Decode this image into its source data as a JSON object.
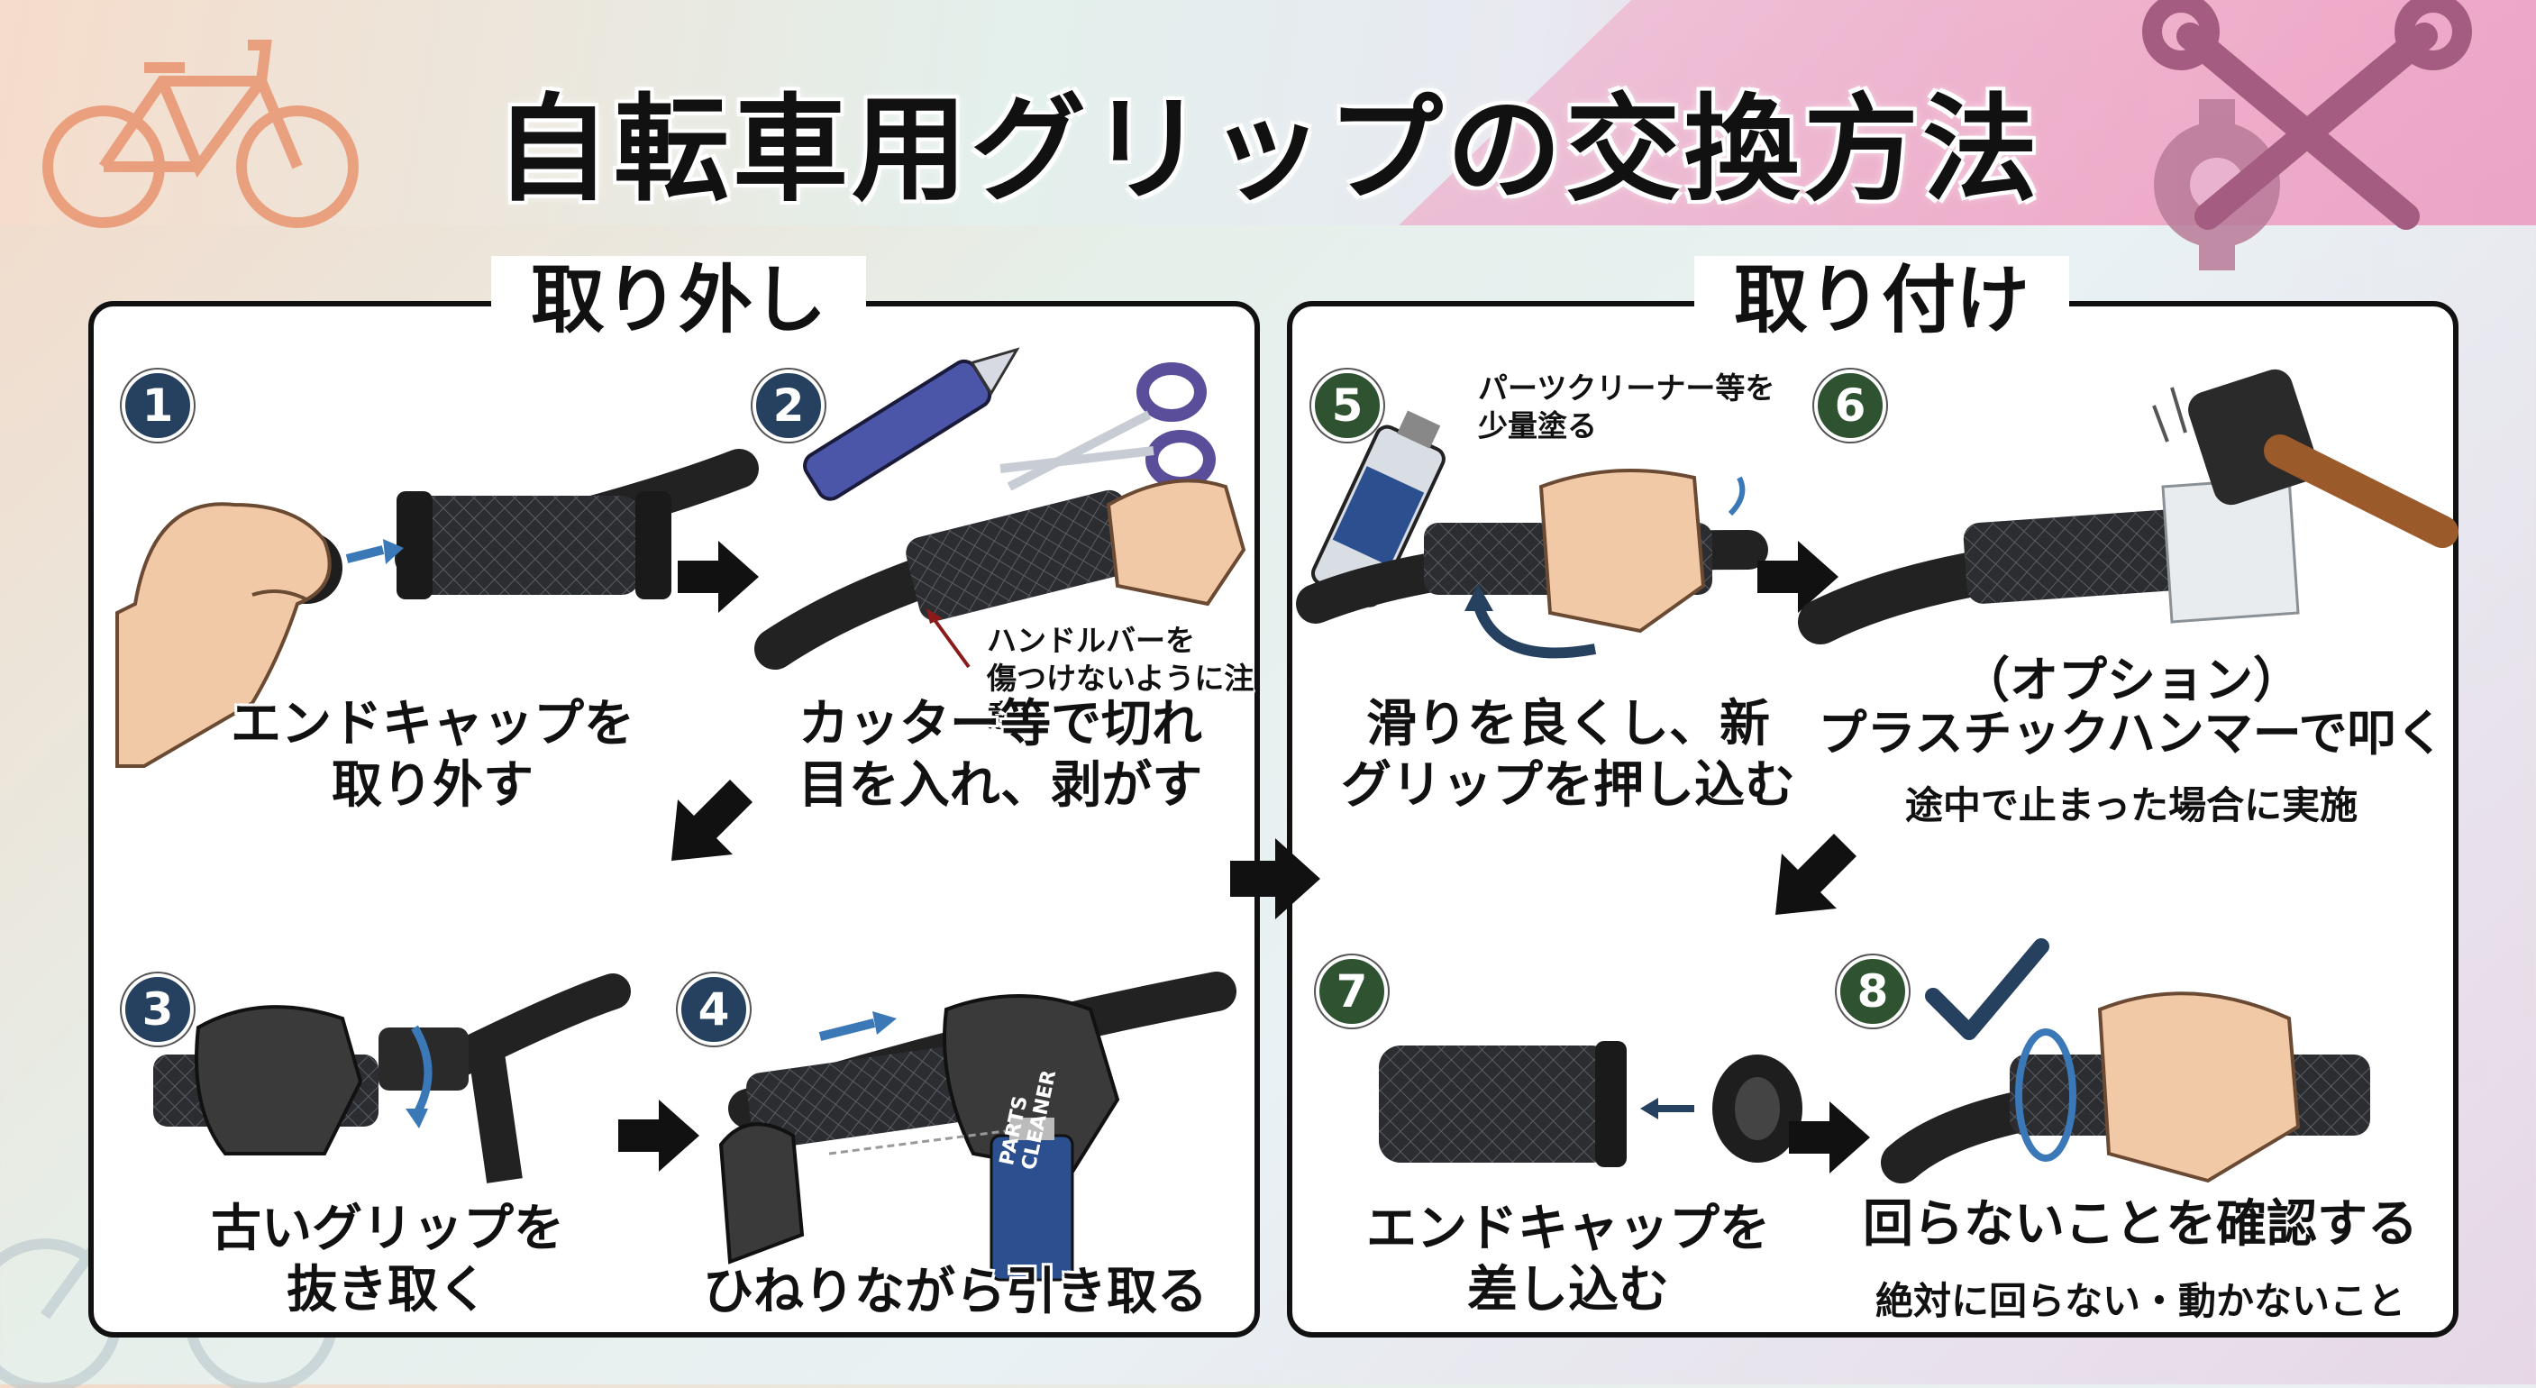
{
  "title": "自転車用グリップの交換方法",
  "removal": {
    "heading": "取り外し",
    "steps": [
      {
        "num": "1",
        "label": "エンドキャップを\n取り外す"
      },
      {
        "num": "2",
        "label": "カッター等で切れ\n目を入れ、剥がす",
        "note": "ハンドルバーを\n傷つけないように注意"
      },
      {
        "num": "3",
        "label": "古いグリップを\n抜き取く"
      },
      {
        "num": "4",
        "label": "ひねりながら引き取る",
        "can_text": "PARTS CLEANER"
      }
    ]
  },
  "install": {
    "heading": "取り付け",
    "steps": [
      {
        "num": "5",
        "label": "滑りを良くし、新\nグリップを押し込む",
        "note": "パーツクリーナー等を\n少量塗る"
      },
      {
        "num": "6",
        "option": "（オプション）",
        "label": "プラスチックハンマーで叩く",
        "sub": "途中で止まった場合に実施"
      },
      {
        "num": "7",
        "label": "エンドキャップを\n差し込む"
      },
      {
        "num": "8",
        "label": "回らないことを確認する",
        "sub": "絶対に回らない・動かないこと"
      }
    ]
  },
  "colors": {
    "badge_blue": "#26415f",
    "badge_green": "#2f5230",
    "arrow_accent": "#3b78b8",
    "note_arrow": "#8b1a1a"
  }
}
